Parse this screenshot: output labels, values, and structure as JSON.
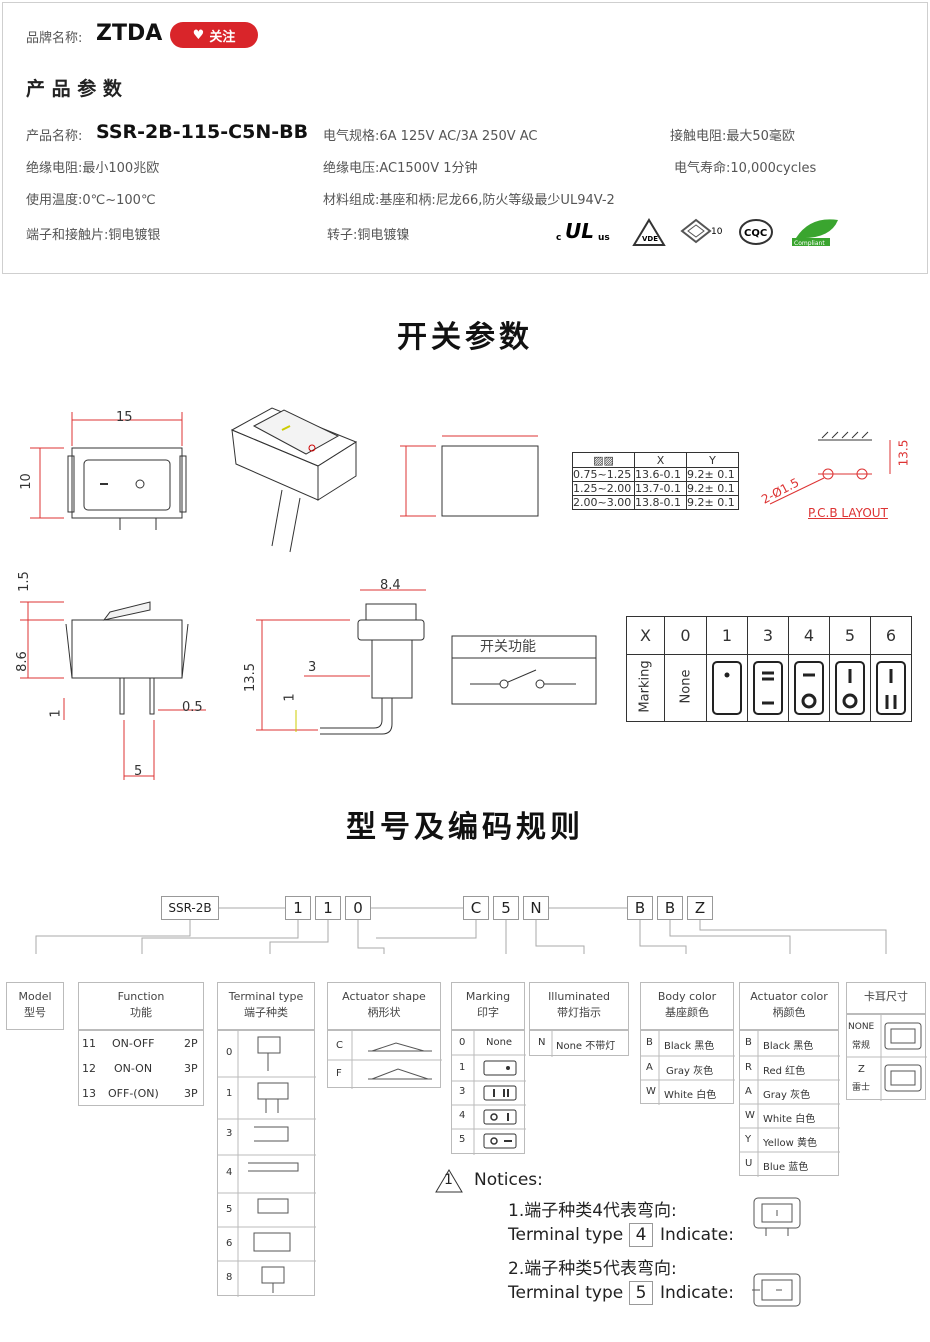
{
  "brand": {
    "label": "品牌名称:",
    "name": "ZTDA",
    "follow_label": "关注"
  },
  "params_section": {
    "title": "产 品 参 数",
    "product_name_label": "产品名称:",
    "product_name": "SSR-2B-115-C5N-BB",
    "electrical_spec": "电气规格:6A  125V  AC/3A 250V  AC",
    "contact_resistance": "接触电阻:最大50毫欧",
    "insulation_resistance": "绝缘电阻:最小100兆欧",
    "dielectric": "绝缘电压:AC1500V 1分钟",
    "electrical_life": "电气寿命:10,000cycles",
    "temperature": "使用温度:0℃~100℃",
    "material": "材料组成:基座和柄:尼龙66,防火等级最少UL94V-2",
    "terminal": "端子和接触片:铜电镀银",
    "rotor": "转子:铜电镀镍",
    "certs": [
      "c UL us",
      "VDE",
      "10",
      "CQC",
      "RoHS Compliant"
    ]
  },
  "switch_section": {
    "title": "开关参数",
    "dims": {
      "w15": "15",
      "h10": "10",
      "d15": "1.5",
      "d86": "8.6",
      "d1a": "1",
      "d05": "0.5",
      "d5": "5",
      "d84": "8.4",
      "d135": "13.5",
      "d3": "3",
      "d1b": "1",
      "d135b": "13.5",
      "d2015": "2-Ø1.5"
    },
    "pcb_layout": "P.C.B LAYOUT",
    "thickness_table": {
      "headers": [
        "",
        "X",
        "Y"
      ],
      "rows": [
        [
          "0.75~1.25",
          "13.6-0.1",
          "9.2± 0.1"
        ],
        [
          "1.25~2.00",
          "13.7-0.1",
          "9.2± 0.1"
        ],
        [
          "2.00~3.00",
          "13.8-0.1",
          "9.2± 0.1"
        ]
      ]
    },
    "function_label": "开关功能",
    "marking_table": {
      "headers": [
        "X",
        "0",
        "1",
        "3",
        "4",
        "5",
        "6"
      ],
      "row_label": "Marking",
      "none_label": "None"
    }
  },
  "code_section": {
    "title": "型号及编码规则",
    "code_parts": [
      "SSR-2B",
      "1",
      "1",
      "0",
      "C",
      "5",
      "N",
      "B",
      "B",
      "Z"
    ],
    "columns": {
      "model": {
        "en": "Model",
        "cn": "型号"
      },
      "function": {
        "en": "Function",
        "cn": "功能",
        "rows": [
          [
            "11",
            "ON-OFF",
            "2P"
          ],
          [
            "12",
            "ON-ON",
            "3P"
          ],
          [
            "13",
            "OFF-(ON)",
            "3P"
          ]
        ]
      },
      "terminal": {
        "en": "Terminal type",
        "cn": "端子种类",
        "codes": [
          "0",
          "1",
          "3",
          "4",
          "5",
          "6",
          "8"
        ]
      },
      "actuator_shape": {
        "en": "Actuator shape",
        "cn": "柄形状",
        "codes": [
          "C",
          "F"
        ]
      },
      "marking": {
        "en": "Marking",
        "cn": "印字",
        "codes": [
          "0",
          "1",
          "3",
          "4",
          "5"
        ],
        "none_label": "None"
      },
      "illuminated": {
        "en": "Illuminated",
        "cn": "带灯指示",
        "code": "N",
        "value": "None 不带灯"
      },
      "body_color": {
        "en": "Body color",
        "cn": "基座颜色",
        "rows": [
          [
            "B",
            "Black 黑色"
          ],
          [
            "A",
            "Gray 灰色"
          ],
          [
            "W",
            "White 白色"
          ]
        ]
      },
      "actuator_color": {
        "en": "Actuator color",
        "cn": "柄颜色",
        "rows": [
          [
            "B",
            "Black 黑色"
          ],
          [
            "R",
            "Red 红色"
          ],
          [
            "A",
            "Gray 灰色"
          ],
          [
            "W",
            "White 白色"
          ],
          [
            "Y",
            "Yellow 黄色"
          ],
          [
            "U",
            "Blue 蓝色"
          ]
        ]
      },
      "ear": {
        "title": "卡耳尺寸",
        "rows": [
          [
            "NONE",
            "常规"
          ],
          [
            "Z",
            "雷士"
          ]
        ]
      }
    },
    "notices": {
      "num": "1",
      "title": "Notices:",
      "line1": "1.端子种类4代表弯向:",
      "line2_pre": "Terminal type",
      "line2_box": "4",
      "line2_post": "Indicate:",
      "line3": "2.端子种类5代表弯向:",
      "line4_pre": "Terminal type",
      "line4_box": "5",
      "line4_post": "Indicate:"
    }
  }
}
